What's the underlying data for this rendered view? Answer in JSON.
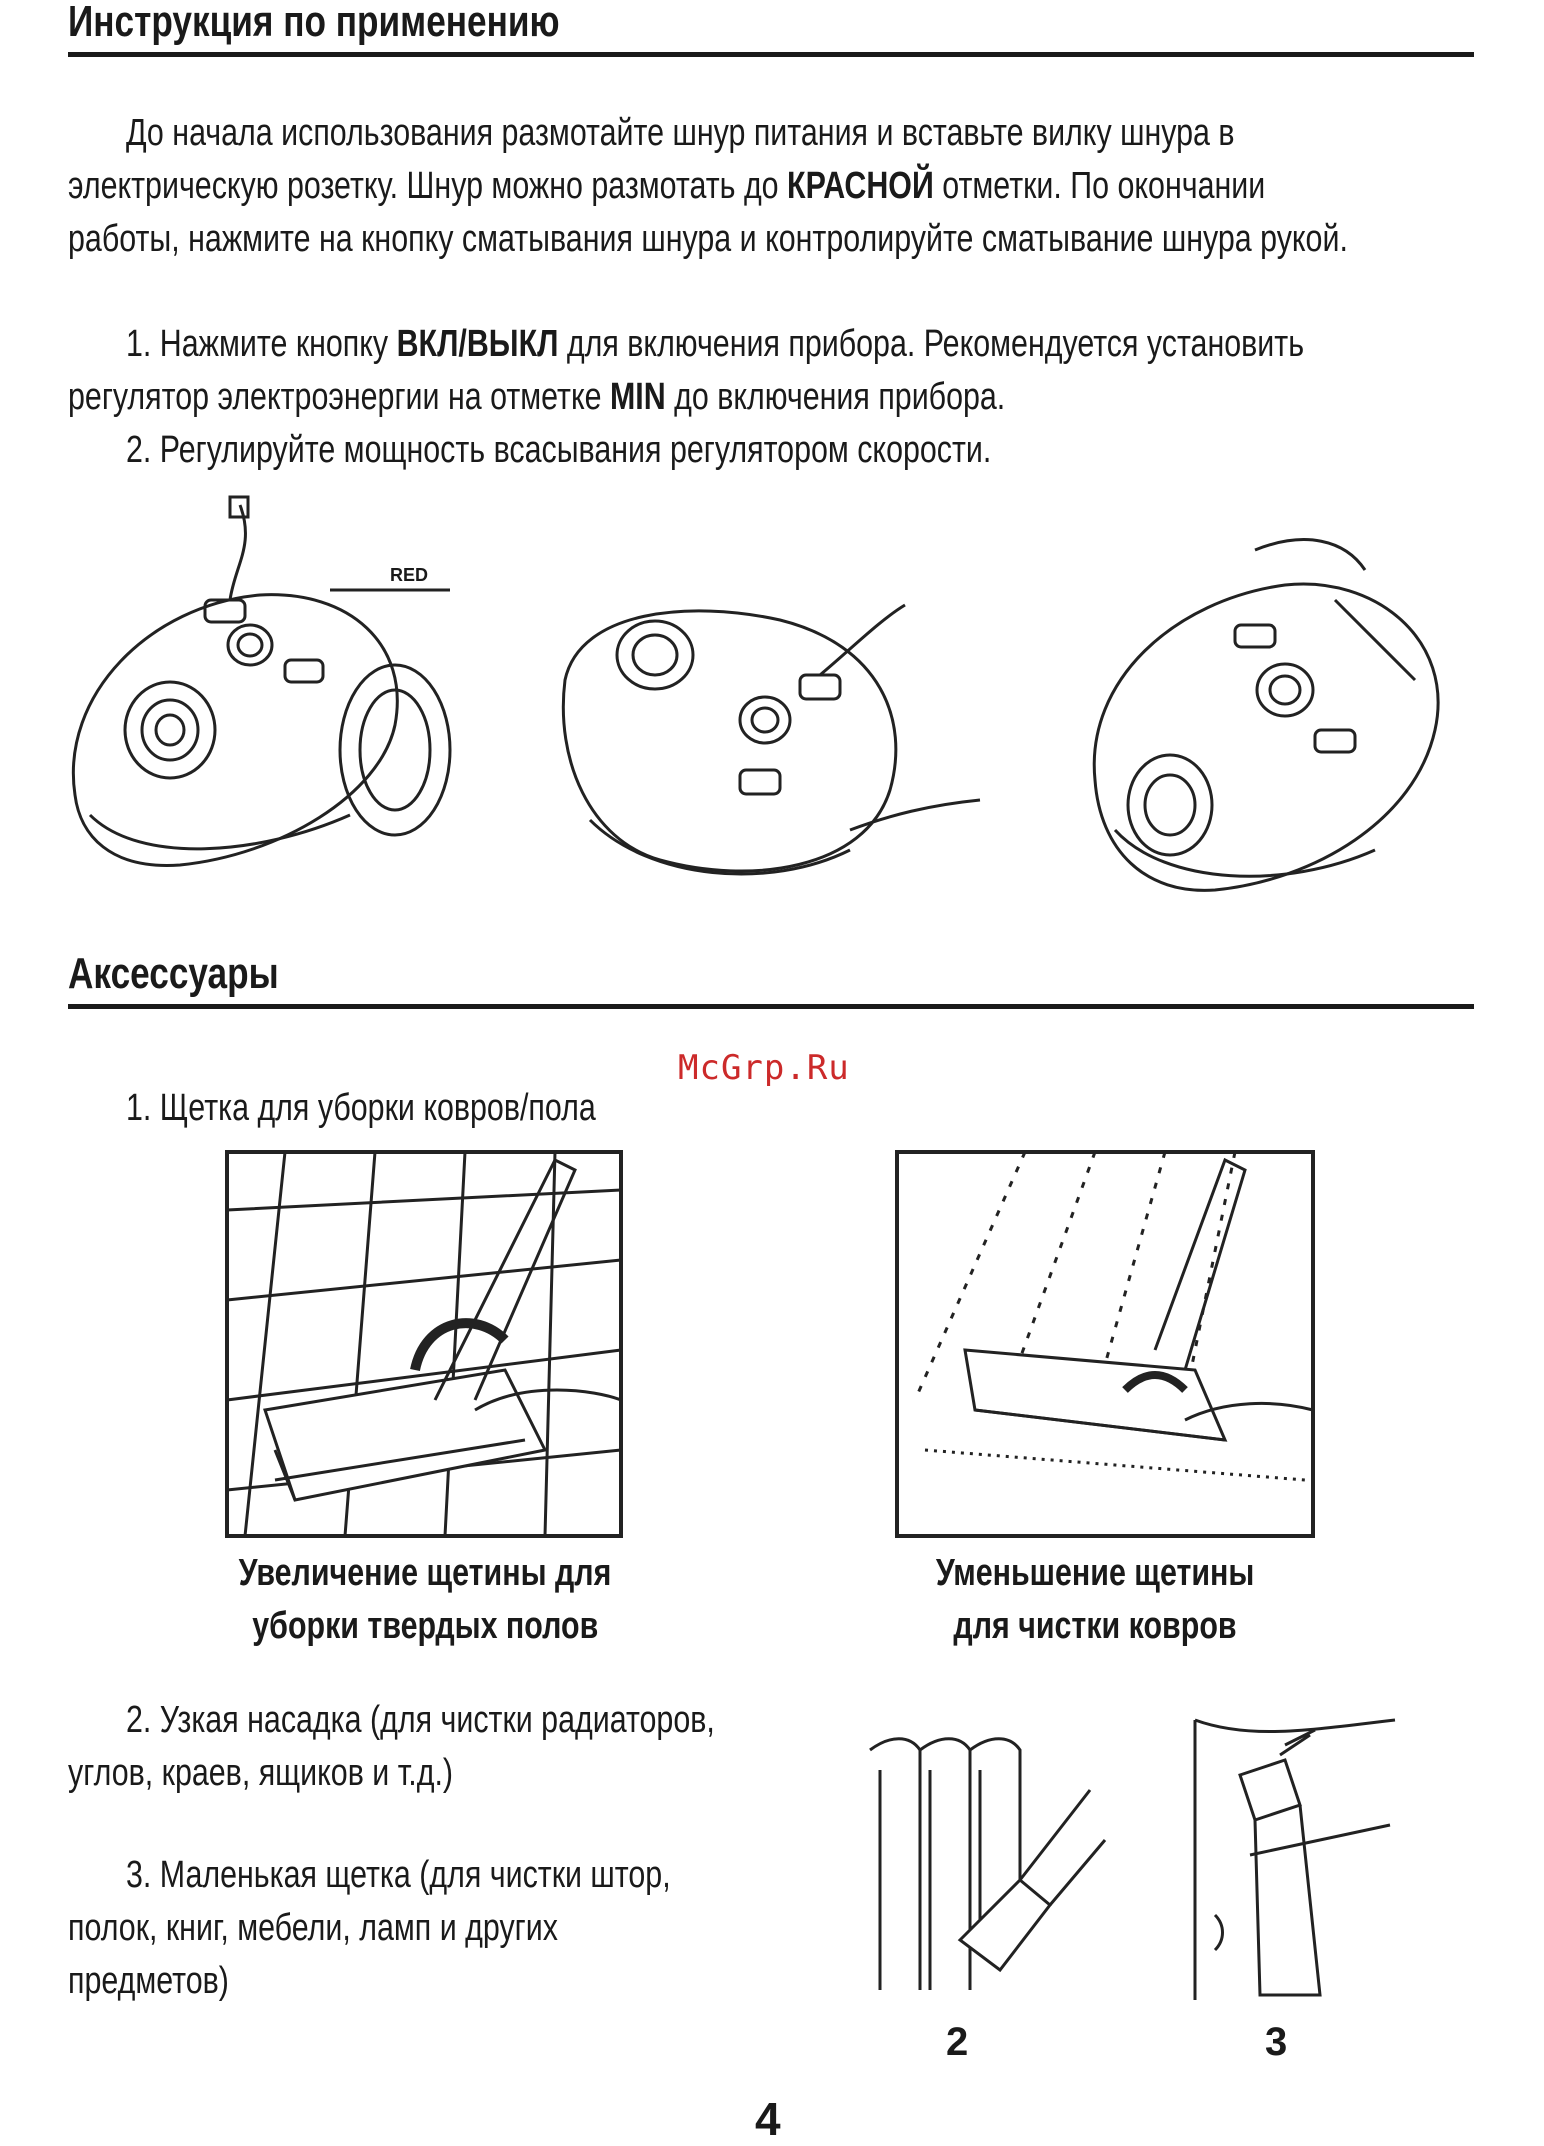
{
  "section1": {
    "title": "Инструкция по применению",
    "intro": [
      {
        "pre": "До начала использования размотайте шнур питания и вставьте вилку шнура в",
        "bold": "",
        "post": ""
      },
      {
        "pre": "электрическую розетку. Шнур можно размотать до ",
        "bold": "КРАСНОЙ",
        "post": " отметки. По окончании"
      },
      {
        "pre": "работы, нажмите на кнопку сматывания шнура и контролируйте сматывание шнура рукой.",
        "bold": "",
        "post": ""
      }
    ],
    "steps": [
      {
        "pre": "1. Нажмите кнопку ",
        "bold": "ВКЛ/ВЫКЛ",
        "post": " для включения прибора. Рекомендуется установить"
      },
      {
        "pre": "регулятор электроэнергии на отметке ",
        "bold": "MIN",
        "post": " до включения прибора."
      },
      {
        "pre": "2. Регулируйте мощность всасывания регулятором скорости.",
        "bold": "",
        "post": ""
      }
    ],
    "figure_label": "RED"
  },
  "section2": {
    "title": "Аксессуары",
    "watermark": "McGrp.Ru",
    "item1": "1. Щетка для уборки ковров/пола",
    "caption_left": [
      "Увеличение щетины для",
      "уборки твердых полов"
    ],
    "caption_right": [
      "Уменьшение щетины",
      "для чистки ковров"
    ],
    "item2": [
      "2. Узкая насадка (для чистки радиаторов,",
      "углов, краев, ящиков и т.д.)"
    ],
    "item3": [
      "3. Маленькая щетка (для чистки штор,",
      "полок, книг, мебели, ламп и других",
      "предметов)"
    ],
    "fig_numbers": [
      "2",
      "3"
    ]
  },
  "page_number": "4"
}
